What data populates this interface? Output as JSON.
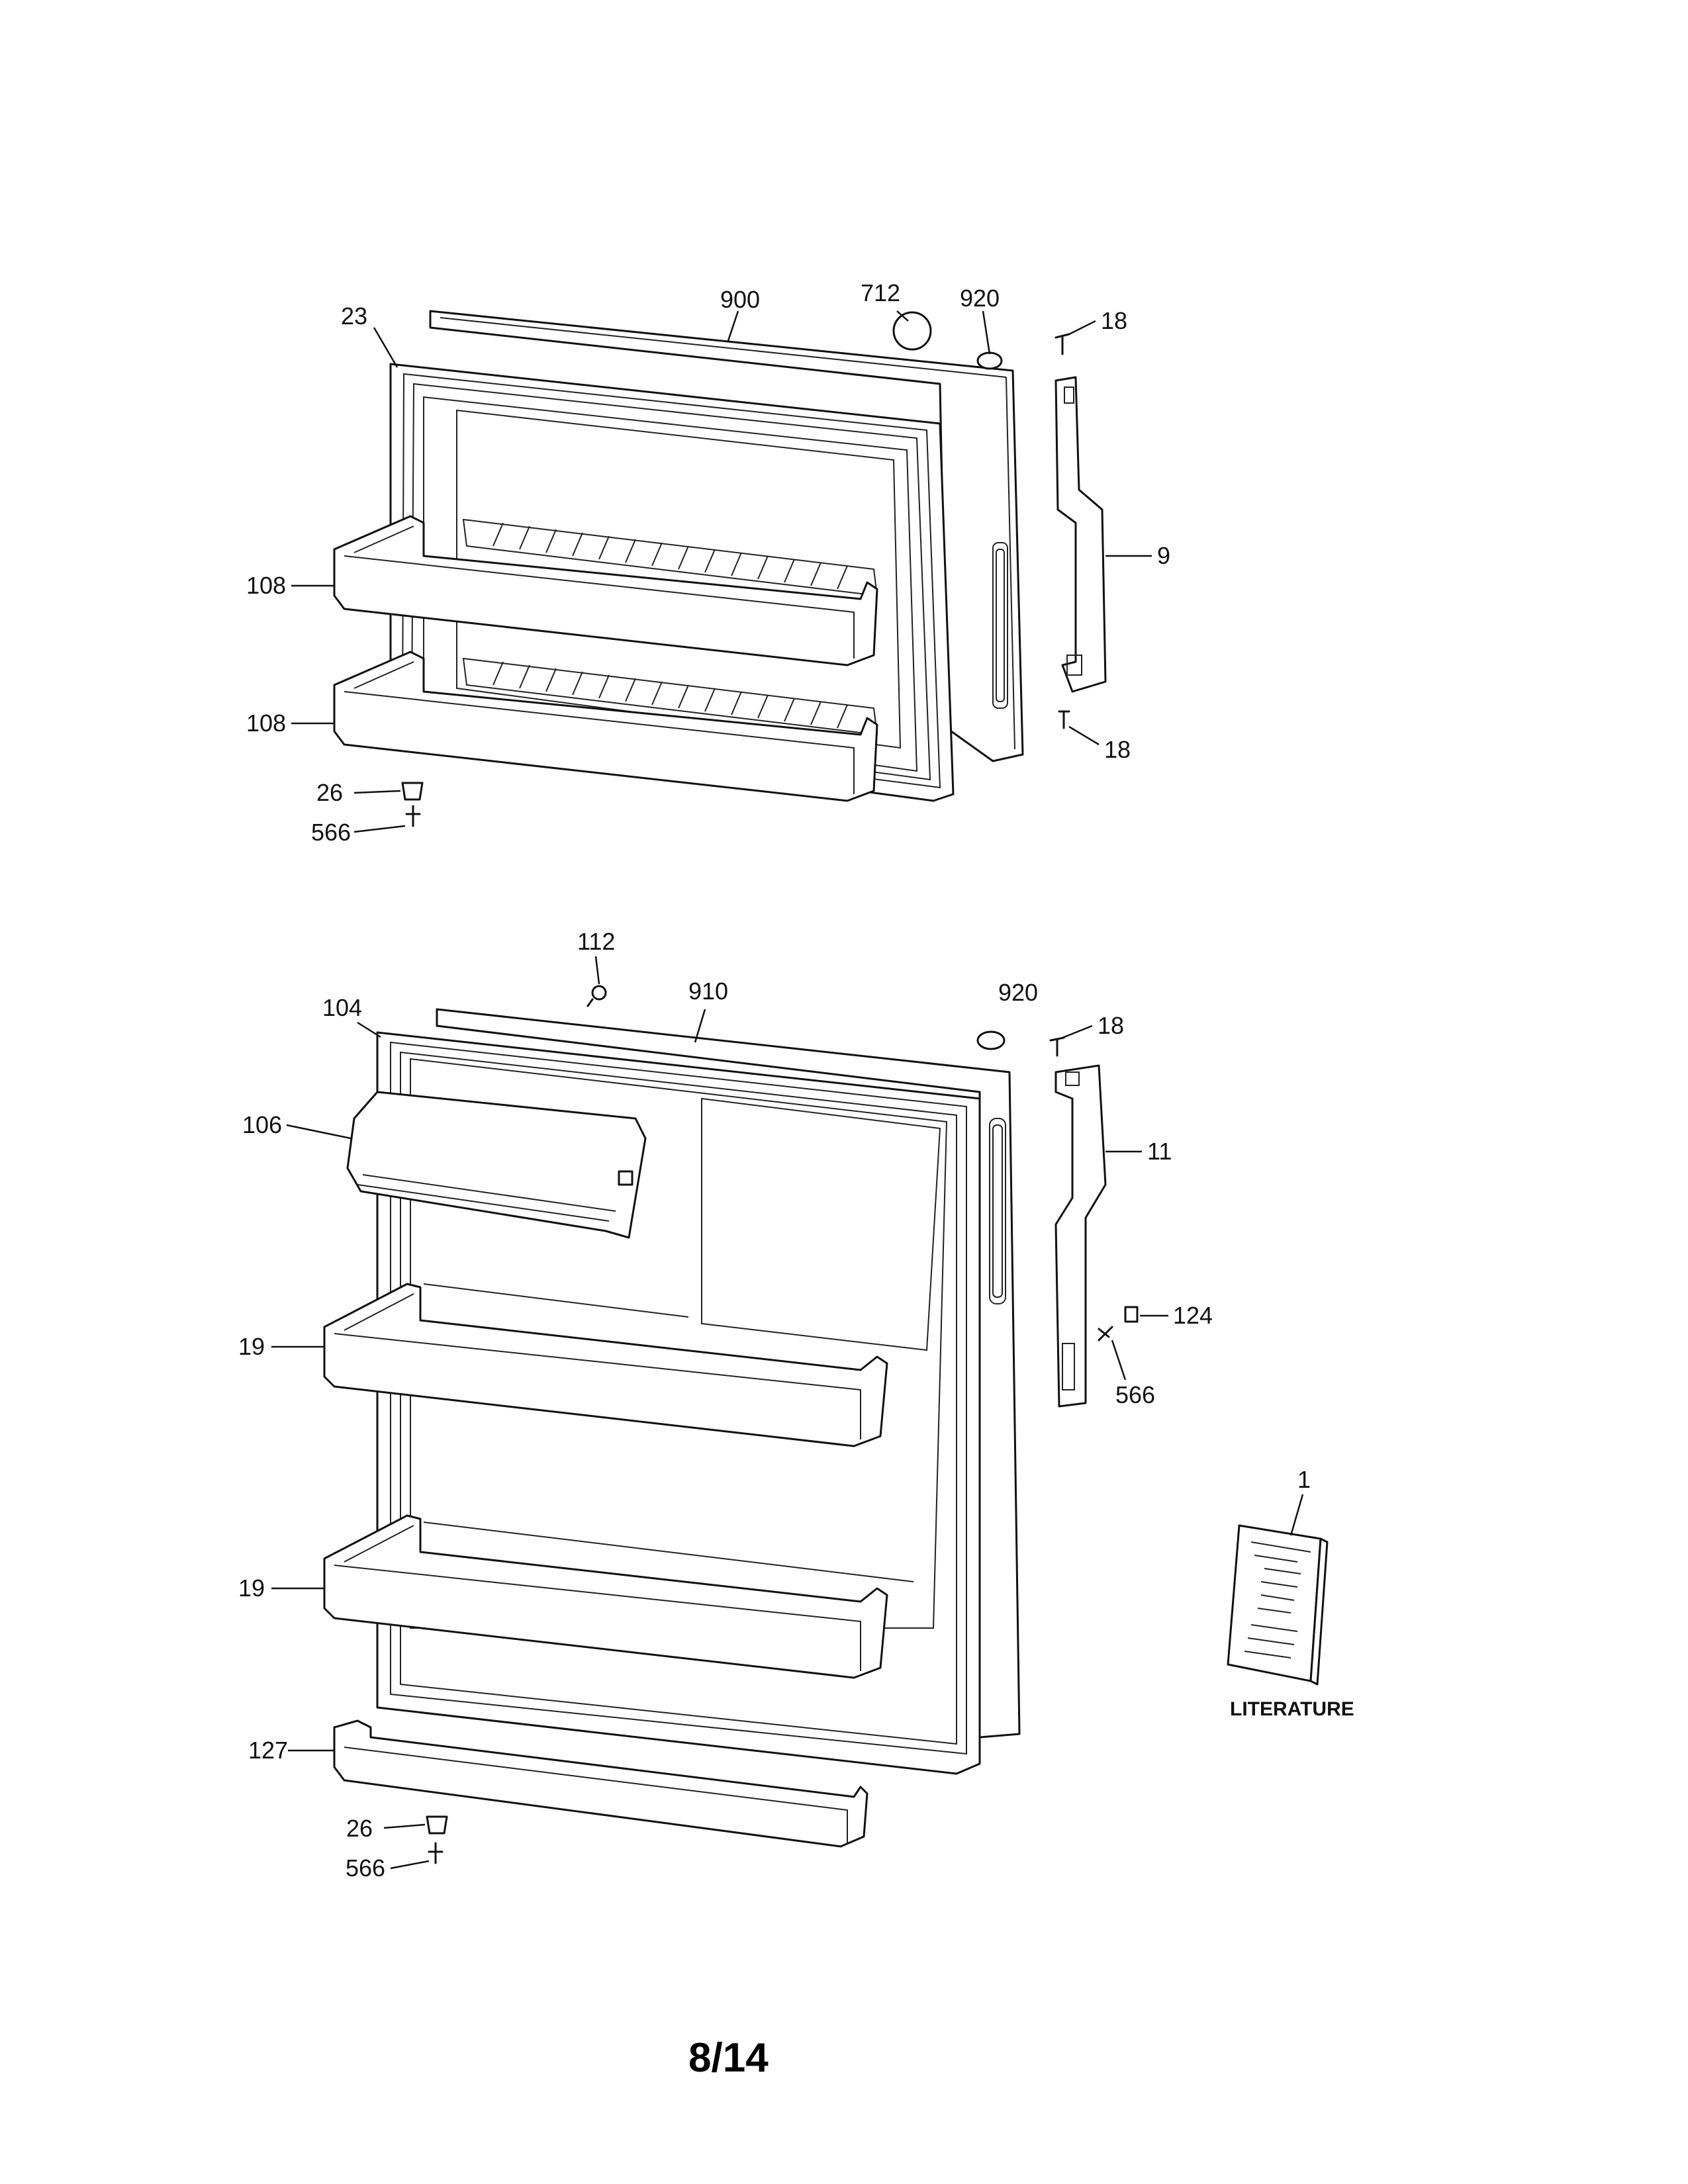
{
  "labels": {
    "l23": "23",
    "l900": "900",
    "l712": "712",
    "l920a": "920",
    "l18a": "18",
    "l9": "9",
    "l18b": "18",
    "l108a": "108",
    "l108b": "108",
    "l26a": "26",
    "l566a": "566",
    "l112": "112",
    "l910": "910",
    "l920b": "920",
    "l104": "104",
    "l18c": "18",
    "l106": "106",
    "l11": "11",
    "l124": "124",
    "l566b": "566",
    "l19a": "19",
    "l19b": "19",
    "l1": "1",
    "l127": "127",
    "l26b": "26",
    "l566c": "566"
  },
  "literature": "LITERATURE",
  "page_number": "8/14"
}
